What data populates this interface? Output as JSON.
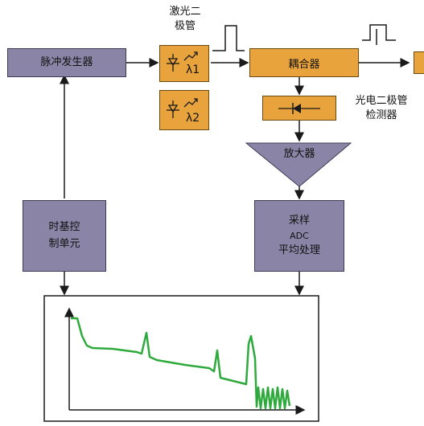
{
  "blocks": {
    "pulse_generator": "脉冲发生器",
    "coupler": "耦合器",
    "amplifier": "放大器",
    "timebase": [
      "时基控",
      "制单元"
    ],
    "sampling": [
      "采样",
      "ADC",
      "平均处理"
    ]
  },
  "labels": {
    "laser_diode": [
      "激光二",
      "极管"
    ],
    "photodiode": [
      "光电二极管",
      "检测器"
    ],
    "lambda1": "λ1",
    "lambda2": "λ2"
  },
  "colors": {
    "purple_fill": "#8a85a6",
    "orange_fill": "#e8a33d",
    "trace": "#2eaa3c",
    "stroke": "#1a1a1a"
  }
}
